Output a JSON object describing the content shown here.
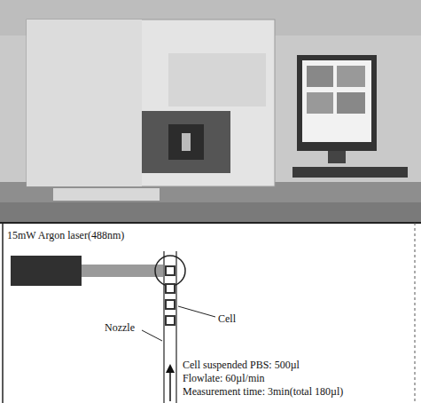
{
  "diagram": {
    "labels": [
      "15mW Argon laser(488nm)",
      "Cell",
      "Nozzle",
      "Cell suspended PBS: 500µl",
      "Flowlate: 60µl/min",
      "Measurement time: 3min(total 180µl)"
    ]
  }
}
